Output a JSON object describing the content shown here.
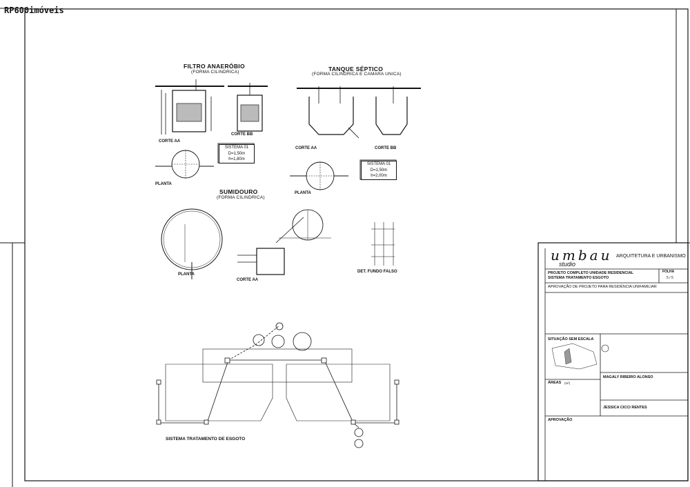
{
  "watermark": "RP600imóveis",
  "drawing": {
    "filtro": {
      "title": "FILTRO ANAERÓBIO",
      "subtitle": "(FORMA CILINDRICA)",
      "corte_aa": "CORTE AA",
      "corte_bb": "CORTE BB",
      "planta": "PLANTA",
      "sistema": {
        "line1": "SISTEMA 01",
        "line2": "D=1,50m",
        "line3": "h=1,80m"
      }
    },
    "tanque": {
      "title": "TANQUE SÉPTICO",
      "subtitle": "(FORMA CILINDRICA E CAMARA UNICA)",
      "corte_aa": "CORTE AA",
      "corte_bb": "CORTE BB",
      "planta": "PLANTA",
      "sistema": {
        "line1": "SISTEMA 01",
        "line2": "D=1,50m",
        "line3": "h=2,00m"
      }
    },
    "sumidouro": {
      "title": "SUMIDOURO",
      "subtitle": "(FORMA CILINDRICA)",
      "planta": "PLANTA",
      "corte_aa": "CORTE AA",
      "det": "DET. FUNDO FALSO"
    },
    "sistema_label": "SISTEMA TRATAMENTO DE ESGOTO"
  },
  "title_block": {
    "firm": "ARQUITETURA E URBANISMO",
    "studio": "studio",
    "project_line1": "PROJETO COMPLETO UNIDADE RESIDENCIAL",
    "project_line2": "SISTEMA TRATAMENTO ESGOTO",
    "folha_label": "FOLHA",
    "folha_value": "5 / 5",
    "aprovacao_title": "APROVAÇÃO DE PROJETO PARA RESIDÊNCIA UNIFAMILIAR",
    "situacao": "SITUAÇÃO SEM ESCALA",
    "areas": "ÁREAS",
    "areas_unit": "(m²)",
    "owner": "MAGALY RIBEIRO ALONSO",
    "author": "JESSICA CICCI RENTES",
    "approval": "APROVAÇÃO"
  }
}
